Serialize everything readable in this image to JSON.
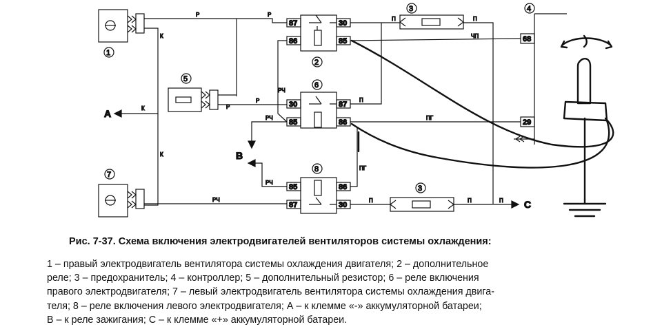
{
  "diagram": {
    "component_numbers": [
      "1",
      "2",
      "3",
      "3",
      "4",
      "5",
      "6",
      "7",
      "8"
    ],
    "terminals": {
      "t30": "30",
      "t85": "85",
      "t86": "86",
      "t87": "87",
      "t68": "68",
      "t29": "29"
    },
    "wire_labels": {
      "r": "Р",
      "k": "К",
      "p": "П",
      "rch": "РЧ",
      "pg": "ПГ",
      "chp": "ЧП"
    },
    "endpoints": {
      "a": "A",
      "b": "B",
      "c": "C"
    }
  },
  "caption": "Рис. 7-37. Схема включения электродвигателей вентиляторов системы охлаждения:",
  "legend_lines": [
    "1 – правый электродвигатель вентилятора системы охлаждения двигателя; 2 – дополнительное",
    "реле; 3 – предохранитель; 4 – контроллер; 5 – дополнительный резистор; 6 – реле включения",
    "правого электродвигателя; 7 – левый электродвигатель вентилятора системы охлаждения двига-",
    "теля; 8 – реле включения левого электродвигателя; А – к клемме «-» аккумуляторной батареи;",
    "В – к реле зажигания; С – к клемме «+» аккумуляторной батареи."
  ],
  "colors": {
    "line": "#111111",
    "background": "#ffffff"
  }
}
